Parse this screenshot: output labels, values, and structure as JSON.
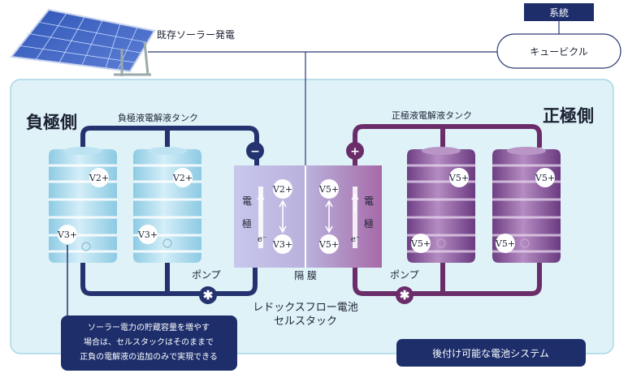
{
  "solar_label": "既存ソーラー発電",
  "grid_label": "系統",
  "cubicle_label": "キュービクル",
  "negative_side": "負極側",
  "positive_side": "正極側",
  "neg_tank_label": "負極液電解液タンク",
  "pos_tank_label": "正極液電解液タンク",
  "pump_label_left": "ポンプ",
  "pump_label_right": "ポンプ",
  "membrane_label": "隔 膜",
  "electrode_label": "電極",
  "electron_label": "e⁻",
  "cell_title": "レドックスフロー電池",
  "cell_subtitle": "セルスタック",
  "minus_sign": "−",
  "plus_sign": "+",
  "ions": {
    "v2": "V2+",
    "v3": "V3+",
    "v5": "V5+"
  },
  "note": {
    "line1": "ソーラー電力の貯蔵容量を増やす",
    "line2": "場合は、セルスタックはそのままで",
    "line3": "正負の電解液の追加のみで実現できる"
  },
  "retrofit_label": "後付け可能な電池システム",
  "colors": {
    "navy": "#24336f",
    "purple": "#6b2d6a",
    "panel": "#dff2f8",
    "tank_blue": "#a9d8ec",
    "tank_purple": "#8a5b98"
  }
}
